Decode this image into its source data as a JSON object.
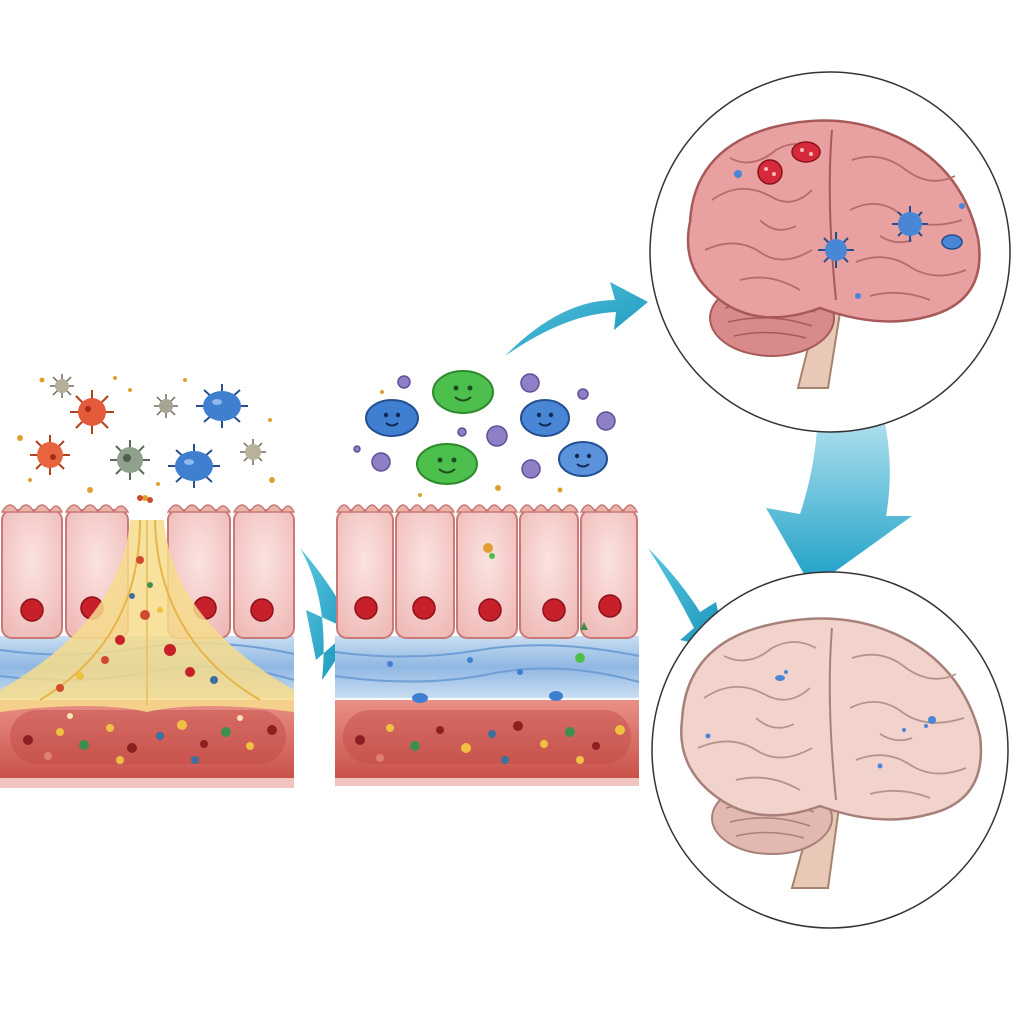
{
  "diagram": {
    "panels": [
      {
        "id": "leaky-gut",
        "state": "damaged intestinal barrier"
      },
      {
        "id": "healthy-gut",
        "state": "intact intestinal barrier"
      },
      {
        "id": "inflamed-brain",
        "state": "brain with microbes"
      },
      {
        "id": "healthy-brain",
        "state": "healthy brain"
      }
    ],
    "colors": {
      "arrow": "#1ea7c9",
      "cell": "#f3c9c6",
      "cell_border": "#c97a78",
      "nucleus": "#c8202a",
      "blue_layer": "#a9cbe8",
      "blood": "#d9685f",
      "brain_inflamed": "#e9a0a0",
      "brain_healthy": "#f1d3cc",
      "brainstem": "#e8c8b6",
      "pathogen_red": "#e35b3a",
      "pathogen_blue": "#3f7fd0",
      "microbe_green": "#4cbf4c",
      "microbe_purple": "#8f7fc6"
    },
    "icons": [
      "pathogen-icon",
      "microbe-icon",
      "arrow-icon",
      "brain-icon",
      "nucleus-icon"
    ]
  }
}
